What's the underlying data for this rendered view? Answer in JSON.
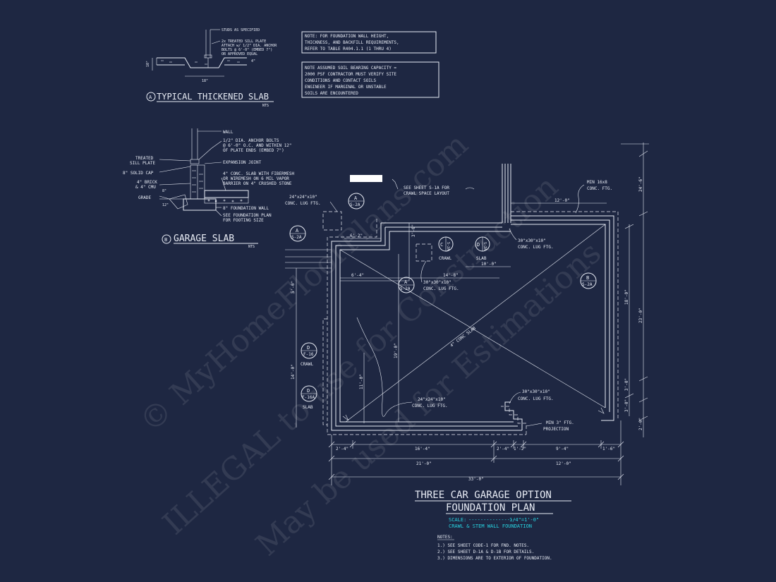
{
  "detail_a": {
    "tag": "A",
    "title": "TYPICAL THICKENED SLAB",
    "nts": "NTS",
    "callout_studs": "STUDS AS SPECIFIED",
    "callout_sill": [
      "2x TREATED SILL PLATE",
      "ATTACH w/ 1/2\" DIA. ANCHOR",
      "BOLTS @ 6'-0\" (EMBED 7\")",
      "OR APPROVED EQUAL"
    ],
    "dim_depth": "10\"",
    "dim_width": "18\"",
    "dim_slab": "4\""
  },
  "detail_b": {
    "tag": "B",
    "title": "GARAGE SLAB",
    "nts": "NTS",
    "callouts_right": [
      "WALL",
      "1/2\" DIA. ANCHOR BOLTS",
      "@ 6'-0\" O.C. AND WITHIN 12\"",
      "OF PLATE ENDS (EMBED 7\")",
      "EXPANSION JOINT",
      "4\" CONC. SLAB WITH FIBERMESH",
      "OR WIREMESH ON 6 MIL VAPOR",
      "BARRIER ON 4\" CRUSHED STONE",
      "8\" FOUNDATION WALL",
      "SEE FOUNDATION PLAN",
      "FOR FOOTING SIZE"
    ],
    "callouts_left": [
      "TREATED",
      "SILL PLATE",
      "8\" SOLID CAP",
      "4\" BRICK",
      "& 4\" CMU",
      "GRADE"
    ],
    "dim_1": "8\"",
    "dim_2": "12\""
  },
  "notes": {
    "note1": [
      "NOTE: FOR FOUNDATION WALL HEIGHT,",
      "THICKNESS, AND BACKFILL REQUIREMENTS,",
      "REFER TO TABLE R404.1.1 (1 THRU 4)"
    ],
    "note2": [
      "NOTE ASSUMED SOIL BEARING CAPACITY =",
      "2000 PSF CONTRACTOR MUST VERIFY SITE",
      "CONDITIONS AND CONTACT SOILS",
      "ENGINEER IF MARGINAL OR UNSTABLE",
      "SOILS ARE ENCOUNTERED"
    ]
  },
  "plan": {
    "callouts": {
      "see_sheet": [
        "SEE SHEET S-1A FOR",
        "CRAWL SPACE LAYOUT"
      ],
      "lug_24_top": [
        "24\"x24\"x10\"",
        "CONC. LUG FTG."
      ],
      "min_ftg": [
        "MIN 16x8",
        "CONC. FTG."
      ],
      "lug_30_right": [
        "30\"x30\"x10\"",
        "CONC. LUG FTG."
      ],
      "lug_30_mid": [
        "30\"x30\"x10\"",
        "CONC. LUG FTG."
      ],
      "slab": "4\" CONC SLAB",
      "lug_30_bot": [
        "30\"x30\"x10\"",
        "CONC. LUG FTG."
      ],
      "lug_24_bot": [
        "24\"x24\"x10\"",
        "CONC. LUG FTG."
      ],
      "projection": [
        "MIN 3\" FTG.",
        "PROJECTION"
      ]
    },
    "section_tags": [
      {
        "letter": "A",
        "sheet": "S-2A"
      },
      {
        "letter": "A",
        "sheet": "S-2A"
      },
      {
        "letter": "A",
        "sheet": "S-2A"
      },
      {
        "letter": "B",
        "sheet": "S-2A"
      },
      {
        "letter": "C",
        "sheet": "S-2A"
      },
      {
        "letter": "D",
        "sheet": "S-2A"
      },
      {
        "letter": "D",
        "sheet": "F-16"
      },
      {
        "letter": "D",
        "sheet": "F-16A"
      }
    ],
    "tag_labels": {
      "crawl_top": "CRAWL",
      "slab_top": "SLAB",
      "crawl_left": "CRAWL",
      "slab_left": "SLAB"
    },
    "dims_top": {
      "d1": "6'-2\"",
      "d2": "12'-0\"",
      "d3": "3'-6\"",
      "d4": "14'-8\"",
      "d5": "10'-0\"",
      "d6": "6'-4\""
    },
    "dims_left": {
      "d1": "5'-0\"",
      "d2": "14'-0\"",
      "d3": "11'-0\"",
      "d4": "19'-0\""
    },
    "dims_right": {
      "d1": "24'-6\"",
      "d2": "18'-0\"",
      "d3": "23'-0\"",
      "d4": "3'-0\"",
      "d5": "3'-0\"",
      "d6": "2'-0\""
    },
    "dims_bottom": {
      "row1": [
        "2'-4\"",
        "16'-4\"",
        "2'-4\"",
        "1'-2\"",
        "9'-4\"",
        "1'-6\""
      ],
      "row2": [
        "21'-0\"",
        "12'-0\""
      ],
      "row3": "33'-0\""
    }
  },
  "title_block": {
    "line1": "THREE CAR GARAGE OPTION",
    "line2": "FOUNDATION PLAN",
    "scale_label": "SCALE:",
    "scale_dashes": "----------------",
    "scale_value": "1/4\"=1'-0\"",
    "subtitle": "CRAWL & STEM WALL FOUNDATION"
  },
  "general_notes": {
    "heading": "NOTES:",
    "items": [
      "1.) SEE SHEET CODE-1 FOR FND. NOTES.",
      "2.) SEE SHEET D-1A & D-1B FOR DETAILS.",
      "3.) DIMENSIONS ARE TO EXTERIOR OF FOUNDATION."
    ]
  },
  "watermarks": [
    "© MyHomeFloorPlans.com",
    "ILLEGAL to use for Construction",
    "May be used for Estimations"
  ],
  "colors": {
    "background": "#1e2742",
    "line": "#e8ecf5",
    "accent": "#27d3e0"
  }
}
